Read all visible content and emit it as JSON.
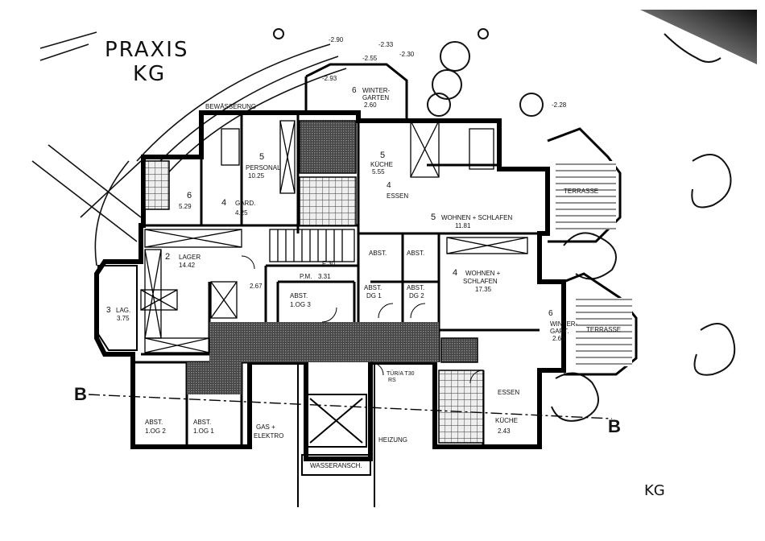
{
  "header": {
    "title_line1": "PRAXIS",
    "title_line2": "KG",
    "corner_note": "KG"
  },
  "section_marks": {
    "left": "B",
    "right": "B"
  },
  "levels": {
    "top1": "-2.90",
    "top2": "-2.55",
    "top3": "-2.30",
    "top4": "-2.33",
    "right": "-2.28",
    "wg": "-2.93"
  },
  "rooms": {
    "wintergarten_top": {
      "num": "6",
      "name": "WINTER-",
      "name2": "GARTEN",
      "area": "2.60"
    },
    "bewuesserung": {
      "name": "BEWÄSSERUNG"
    },
    "personal": {
      "num": "5",
      "name": "PERSONAL",
      "area": "10.25"
    },
    "wc": {
      "num": "6",
      "area": "5.29"
    },
    "gard": {
      "num": "4",
      "name": "GARD.",
      "area": "4.25"
    },
    "kueche_top": {
      "num": "5",
      "name": "KÜCHE",
      "area": "5.55"
    },
    "essen": {
      "num": "4",
      "name": "ESSEN"
    },
    "wohnen_schlafen_top": {
      "num": "5",
      "name": "WOHNEN + SCHLAFEN",
      "area": "11.81"
    },
    "terrasse_top": {
      "name": "TERRASSE"
    },
    "lager": {
      "num": "2",
      "name": "LAGER",
      "area": "14.42"
    },
    "flur": {
      "area": "2.67"
    },
    "pm": {
      "name": "P.M.",
      "area": "3.31"
    },
    "f50": {
      "name": "F 30"
    },
    "abst_1og3": {
      "name": "ABST.",
      "name2": "1.OG 3"
    },
    "abst_top1": {
      "name": "ABST."
    },
    "abst_top2": {
      "name": "ABST."
    },
    "abst_dg1": {
      "name": "ABST.",
      "name2": "DG 1"
    },
    "abst_dg2": {
      "name": "ABST.",
      "name2": "DG 2"
    },
    "lag3": {
      "num": "3",
      "name": "LAG.",
      "area": "3.75"
    },
    "wohnen_schlafen_mid": {
      "num": "4",
      "name": "WOHNEN +",
      "name2": "SCHLAFEN",
      "area": "17.35"
    },
    "wintergarten_right": {
      "num": "6",
      "name": "WINTER-",
      "name2": "GART.",
      "area": "2.60"
    },
    "terrasse_right": {
      "name": "TERRASSE"
    },
    "essen_right": {
      "name": "ESSEN"
    },
    "kueche_right": {
      "name": "KÜCHE",
      "area": "2.43"
    },
    "abst_1og2": {
      "name": "ABST.",
      "name2": "1.OG 2"
    },
    "abst_1og1": {
      "name": "ABST.",
      "name2": "1.OG 1"
    },
    "gas_elektro": {
      "name": "GAS +",
      "name2": "ELEKTRO"
    },
    "heizung": {
      "name": "HEIZUNG"
    },
    "tuer_t30": {
      "name": "TÜR/A T30",
      "area": "RS"
    },
    "wasseranschl": {
      "name": "WASSERANSCH."
    }
  }
}
